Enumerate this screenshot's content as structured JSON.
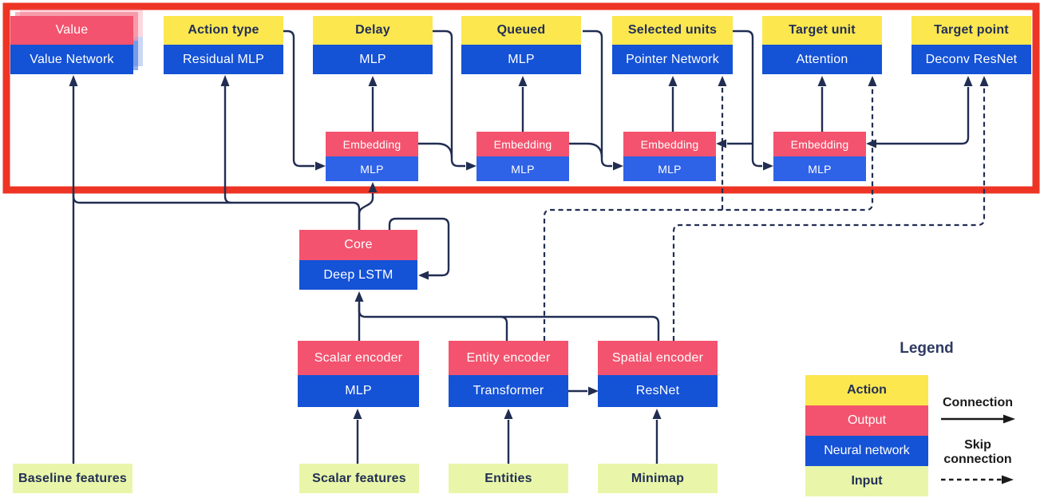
{
  "diagram": {
    "value_head": {
      "output": "Value",
      "network": "Value Network"
    },
    "action_heads": [
      {
        "action": "Action type",
        "network": "Residual MLP"
      },
      {
        "action": "Delay",
        "network": "MLP"
      },
      {
        "action": "Queued",
        "network": "MLP"
      },
      {
        "action": "Selected units",
        "network": "Pointer Network"
      },
      {
        "action": "Target unit",
        "network": "Attention"
      },
      {
        "action": "Target point",
        "network": "Deconv ResNet"
      }
    ],
    "embeddings": [
      {
        "output": "Embedding",
        "network": "MLP"
      },
      {
        "output": "Embedding",
        "network": "MLP"
      },
      {
        "output": "Embedding",
        "network": "MLP"
      },
      {
        "output": "Embedding",
        "network": "MLP"
      }
    ],
    "core": {
      "output": "Core",
      "network": "Deep LSTM"
    },
    "encoders": [
      {
        "output": "Scalar encoder",
        "network": "MLP"
      },
      {
        "output": "Entity encoder",
        "network": "Transformer"
      },
      {
        "output": "Spatial encoder",
        "network": "ResNet"
      }
    ],
    "inputs": [
      "Baseline features",
      "Scalar features",
      "Entities",
      "Minimap"
    ]
  },
  "legend": {
    "title": "Legend",
    "items": [
      {
        "label": "Action",
        "type": "action"
      },
      {
        "label": "Output",
        "type": "output"
      },
      {
        "label": "Neural network",
        "type": "neural-network"
      },
      {
        "label": "Input",
        "type": "input"
      }
    ],
    "connection_label": "Connection",
    "skip_connection_label": "Skip connection"
  },
  "colors": {
    "action_yellow": "#FCE74F",
    "output_pink": "#F3536E",
    "network_blue": "#1452D6",
    "embedding_blue": "#2E62E7",
    "input_green": "#E9F6A9",
    "line_navy": "#212D52",
    "legend_black": "#1A1A1A",
    "highlight_red": "#EE3424"
  }
}
